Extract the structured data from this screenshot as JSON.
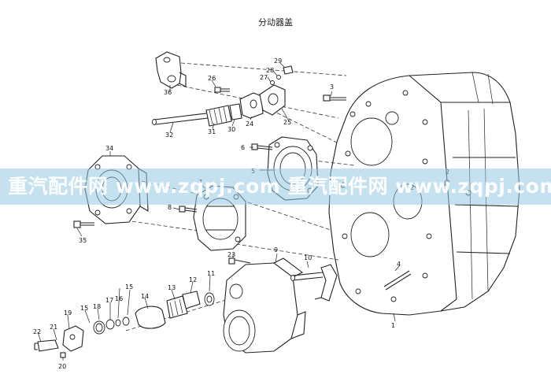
{
  "title": "分动器盖",
  "watermark": "重汽配件网 www.zqpj.com 重汽配件网 www.zqpj.com",
  "colors": {
    "line": "#222222",
    "watermark_band": "#96c8e1"
  },
  "labels": {
    "n1": "1",
    "n2": "2",
    "n3": "3",
    "n4": "4",
    "n5": "5",
    "n6": "6",
    "n7": "7",
    "n8": "8",
    "n9": "9",
    "n10": "10",
    "n11": "11",
    "n12": "12",
    "n13": "13",
    "n14": "14",
    "n15a": "15",
    "n15b": "15",
    "n16": "16",
    "n17": "17",
    "n18": "18",
    "n19": "19",
    "n20": "20",
    "n21": "21",
    "n22": "22",
    "n23": "23",
    "n24": "24",
    "n25": "25",
    "n26": "26",
    "n27": "27",
    "n28": "28",
    "n29": "29",
    "n30": "30",
    "n31": "31",
    "n32": "32",
    "n34": "34",
    "n35": "35",
    "n36": "36",
    "n2b": "2",
    "n2c": "2"
  }
}
